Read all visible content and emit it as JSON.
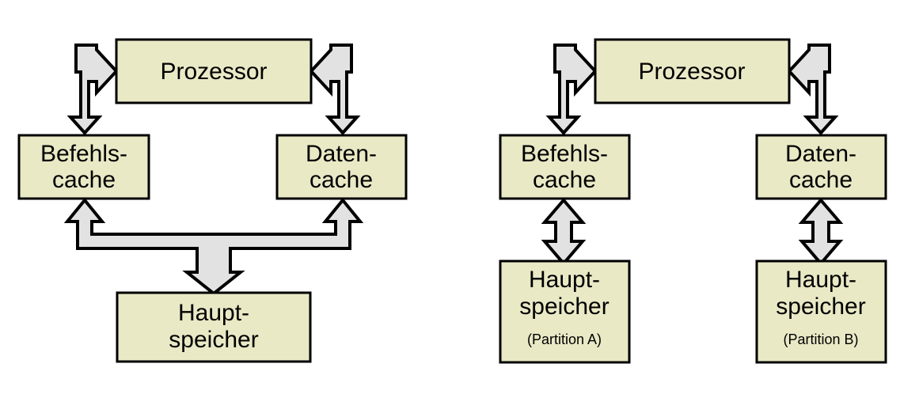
{
  "figure": {
    "type": "block-diagram",
    "title_visible": false,
    "colors": {
      "box_fill": "#e9e9c6",
      "box_stroke": "#000000",
      "arrow_fill": "#e2e2e2",
      "arrow_stroke": "#000000",
      "background": "#ffffff",
      "text": "#000000"
    }
  },
  "diagrams": [
    {
      "id": "unified-memory",
      "nodes": {
        "processor": {
          "label": "Prozessor",
          "sublabel": ""
        },
        "instruction_cache": {
          "label_line1": "Befehls-",
          "label_line2": "cache",
          "sublabel": ""
        },
        "data_cache": {
          "label_line1": "Daten-",
          "label_line2": "cache",
          "sublabel": ""
        },
        "main_memory": {
          "label_line1": "Haupt-",
          "label_line2": "speicher",
          "sublabel": ""
        }
      },
      "connections": [
        {
          "from": "instruction_cache",
          "to": "processor",
          "style": "bidirectional-elbow"
        },
        {
          "from": "data_cache",
          "to": "processor",
          "style": "bidirectional-elbow"
        },
        {
          "from": "main_memory",
          "to": "instruction_cache,data_cache",
          "style": "three-way-branch"
        }
      ]
    },
    {
      "id": "partitioned-memory",
      "nodes": {
        "processor": {
          "label": "Prozessor",
          "sublabel": ""
        },
        "instruction_cache": {
          "label_line1": "Befehls-",
          "label_line2": "cache",
          "sublabel": ""
        },
        "data_cache": {
          "label_line1": "Daten-",
          "label_line2": "cache",
          "sublabel": ""
        },
        "main_memory_a": {
          "label_line1": "Haupt-",
          "label_line2": "speicher",
          "sublabel": "(Partition A)"
        },
        "main_memory_b": {
          "label_line1": "Haupt-",
          "label_line2": "speicher",
          "sublabel": "(Partition B)"
        }
      },
      "connections": [
        {
          "from": "instruction_cache",
          "to": "processor",
          "style": "bidirectional-elbow"
        },
        {
          "from": "data_cache",
          "to": "processor",
          "style": "bidirectional-elbow"
        },
        {
          "from": "main_memory_a",
          "to": "instruction_cache",
          "style": "bidirectional-vertical"
        },
        {
          "from": "main_memory_b",
          "to": "data_cache",
          "style": "bidirectional-vertical"
        }
      ]
    }
  ]
}
